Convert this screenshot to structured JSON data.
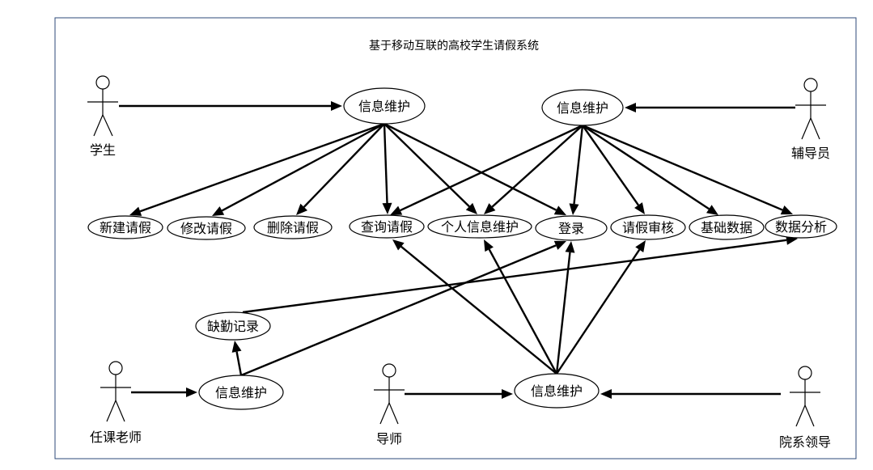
{
  "title": "基于移动互联的高校学生请假系统",
  "actors": {
    "student": "学生",
    "counselor": "辅导员",
    "course_teacher": "任课老师",
    "tutor": "导师",
    "dept_leader": "院系领导"
  },
  "use_cases": {
    "student_info": "信息维护",
    "counselor_info": "信息维护",
    "new_leave": "新建请假",
    "modify_leave": "修改请假",
    "delete_leave": "删除请假",
    "query_leave": "查询请假",
    "personal_info": "个人信息维护",
    "login": "登录",
    "leave_review": "请假审核",
    "basic_data": "基础数据",
    "data_analysis": "数据分析",
    "absence_record": "缺勤记录",
    "teacher_info": "信息维护",
    "shared_info": "信息维护"
  }
}
